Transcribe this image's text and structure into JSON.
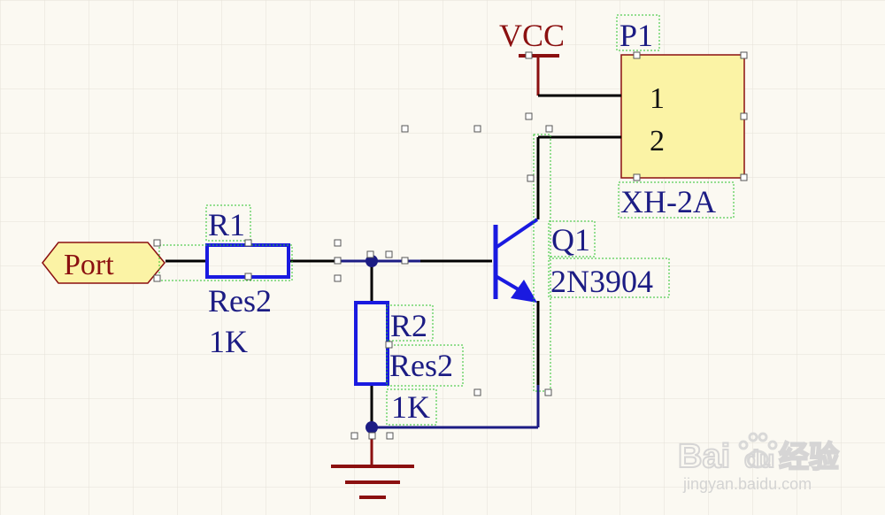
{
  "power": {
    "vcc_label": "VCC"
  },
  "connector": {
    "designator": "P1",
    "part": "XH-2A",
    "pins": [
      "1",
      "2"
    ]
  },
  "port": {
    "label": "Port"
  },
  "r1": {
    "designator": "R1",
    "type": "Res2",
    "value": "1K"
  },
  "r2": {
    "designator": "R2",
    "type": "Res2",
    "value": "1K"
  },
  "q1": {
    "designator": "Q1",
    "part": "2N3904"
  },
  "watermark": {
    "brand": "Bai",
    "brand_tail": "du",
    "cn": "经验",
    "url": "jingyan.baidu.com"
  },
  "colors": {
    "wire": "#000000",
    "net": "#1c1c84",
    "power": "#8b1010",
    "component": "#1a1ae0",
    "connector_fill": "#fbf3a5",
    "grid": "#e4e1d8"
  }
}
